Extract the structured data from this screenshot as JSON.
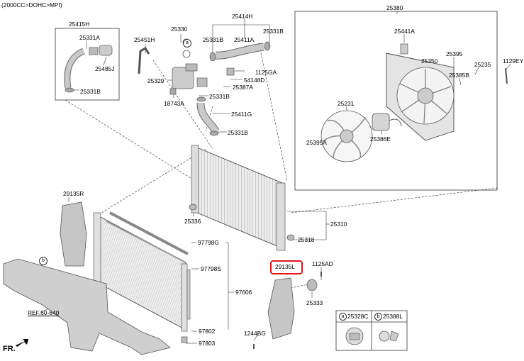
{
  "header": {
    "engine_spec": "(2000CC>DOHC>MPI)"
  },
  "parts": {
    "p25415H": "25415H",
    "p25331A_l": "25331A",
    "p25485J": "25485J",
    "p25331B_l": "25331B",
    "p25451H": "25451H",
    "p25330": "25330",
    "p25414H": "25414H",
    "p25331B_a": "25331B",
    "p25411A": "25411A",
    "p25331B_b": "25331B",
    "p1125GA": "1125GA",
    "p54148D": "54148D",
    "p25387A": "25387A",
    "p25329": "25329",
    "p25331B_c": "25331B",
    "p18743A": "18743A",
    "p25411G": "25411G",
    "p25331B_d": "25331B",
    "p25380": "25380",
    "p25441A": "25441A",
    "p25350": "25350",
    "p25395": "25395",
    "p25235": "25235",
    "p25385B": "25385B",
    "p1129EY": "1129EY",
    "p25231": "25231",
    "p25395A": "25395A",
    "p25386E": "25386E",
    "p29135R": "29135R",
    "p25336": "25336",
    "p25310": "25310",
    "p25318": "25318",
    "p97798G": "97798G",
    "p97798S": "97798S",
    "p97606": "97606",
    "p97802": "97802",
    "p97803": "97803",
    "p29135L": "29135L",
    "p1125AD": "1125AD",
    "p25333": "25333",
    "p1244BG": "1244BG",
    "ref_frame": "REF.60-640"
  },
  "callouts": {
    "a": "a",
    "b": "b"
  },
  "legend": {
    "a_letter": "a",
    "a_part": "25328C",
    "b_letter": "b",
    "b_part": "25388L"
  },
  "orientation": "FR.",
  "colors": {
    "highlight": "#e0161c",
    "line": "#444444",
    "part_fill": "#c9c9c9"
  }
}
